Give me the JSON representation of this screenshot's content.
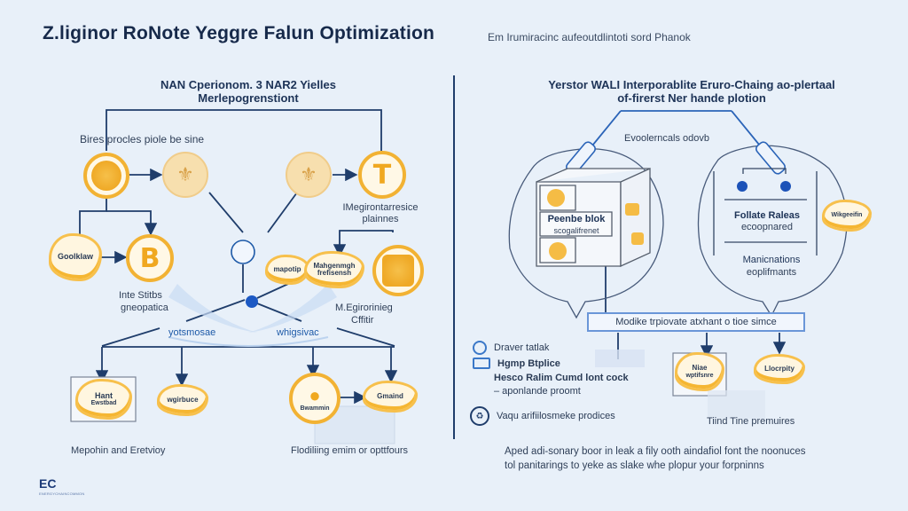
{
  "header": {
    "title": "Z.liginor RoNote Yeggre Falun Optimization",
    "subtitle": "Em Irumiracinc aufeoutdlintoti sord Phanok"
  },
  "left_panel": {
    "heading_line1": "NAN Cperionom. 3 NAR2 Yielles",
    "heading_line2": "Merlepogrenstiont",
    "top_label": "Bires procles piole be sine",
    "right_coin_label_line1": "IMegirontarresice",
    "right_coin_label_line2": "plainnes",
    "coin_t_glyph": "T",
    "coin_b_glyph": "B",
    "good_blob_label": "Goolklaw",
    "inte_label_line1": "Inte Stitbs",
    "inte_label_line2": "gneopatica",
    "center_blob_left": "mapotip",
    "center_blob_right_line1": "Mahgenmgh",
    "center_blob_right_line2": "frefisensh",
    "mig_label_line1": "M.Egirorinieg",
    "mig_label_line2": "Cffitir",
    "blue_left": "yotsmosae",
    "blue_right": "whigsivac",
    "bottom_items": [
      {
        "label_line1": "Hant",
        "label_line2": "Ewstbad"
      },
      {
        "label_line1": "wgirbuce",
        "label_line2": ""
      },
      {
        "label_line1": "Bwammin",
        "label_line2": ""
      },
      {
        "label_line1": "Gmaind",
        "label_line2": ""
      }
    ],
    "caption_left": "Mepohin and Eretvioy",
    "caption_right": "Flodiliing emim or opttfours"
  },
  "right_panel": {
    "heading_line1": "Yerstor WALI Interporablite Eruro-Chaing ao-plertaal",
    "heading_line2": "of-firerst Ner hande plotion",
    "bubble_label": "Evoolerncals odovb",
    "cube_label_line1": "Peenbe blok",
    "cube_label_line2": "scogalifrenet",
    "follate_line1": "Follate Raleas",
    "follate_line2": "ecoopnared",
    "blob_label": "Wikgeeifin",
    "manic_line1": "Manicnations",
    "manic_line2": "eoplifmants",
    "bottom_box_label": "Modike trpiovate atxhant o tioe simce",
    "legend": [
      {
        "icon": "circle-outline-icon",
        "label": "Draver tatlak"
      },
      {
        "icon": "rectangle-outline-icon",
        "label": "Hgmp Btplice"
      },
      {
        "icon": "none",
        "label": "Hesco Ralim Cumd lont cock"
      },
      {
        "icon": "none",
        "label": "– aponlande proomt"
      },
      {
        "icon": "recycle-badge-icon",
        "label": "Vaqu arifiilosmeke prodices"
      }
    ],
    "sub_item_1_line1": "Niae",
    "sub_item_1_line2": "wptifsnre",
    "sub_item_2": "Llocrpity",
    "sub_caption": "Tiind Tine premuires",
    "footnote_line1": "Aped adi-sonary boor in leak a fily ooth aindafiol font the noonuces",
    "footnote_line2": "tol panitarings to yeke as slake whe plopur your forpninns"
  },
  "footer": {
    "logo": "EC",
    "logo_tag": "ENERGYCHAINCOMMON"
  },
  "colors": {
    "background": "#e8f0f9",
    "navy": "#1f3d6b",
    "accent_gold": "#f2b233",
    "accent_blue": "#1e5aa8"
  }
}
